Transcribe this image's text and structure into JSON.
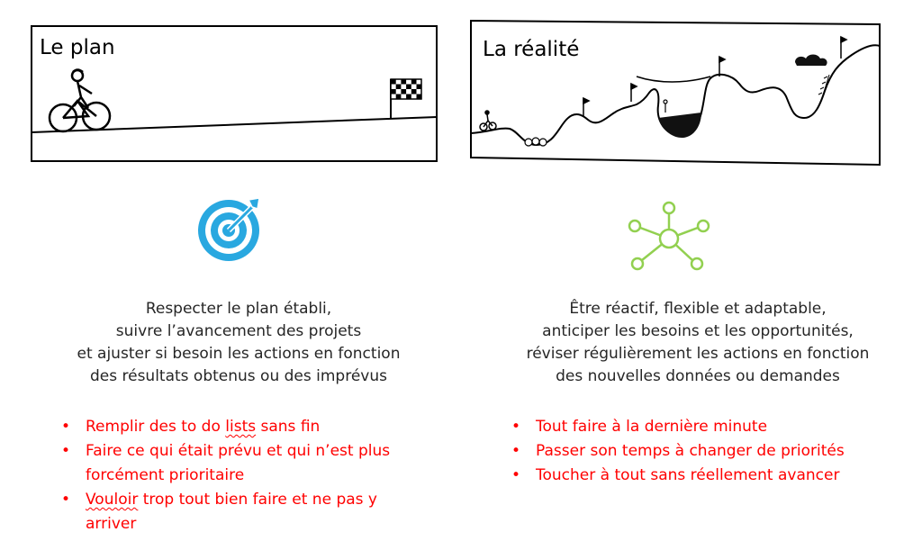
{
  "panels": {
    "plan": {
      "title": "Le plan"
    },
    "reality": {
      "title": "La réalité"
    }
  },
  "icons": {
    "left": "target-arrow-icon",
    "right": "network-hub-icon",
    "colors": {
      "target": "#29a8e0",
      "network": "#92d050",
      "bullets": "#ff0000"
    }
  },
  "left": {
    "summary": [
      "Respecter le plan établi,",
      "suivre l’avancement des projets",
      "et ajuster si besoin les actions en fonction",
      "des résultats obtenus ou des imprévus"
    ],
    "bullets": [
      {
        "pre": "Remplir des to do ",
        "mark": "lists",
        "post": " sans fin"
      },
      {
        "pre": "Faire ce qui était prévu et qui n’est plus forcément prioritaire",
        "mark": "",
        "post": ""
      },
      {
        "pre": "",
        "mark": "Vouloir",
        "post": " trop tout bien faire et ne pas y arriver"
      }
    ]
  },
  "right": {
    "summary": [
      "Être réactif, flexible et adaptable,",
      "anticiper les besoins et les opportunités,",
      "réviser régulièrement les actions en fonction",
      "des nouvelles données ou demandes"
    ],
    "bullets": [
      "Tout faire à la dernière minute",
      "Passer son temps à changer de priorités",
      "Toucher à tout sans réellement avancer"
    ]
  }
}
